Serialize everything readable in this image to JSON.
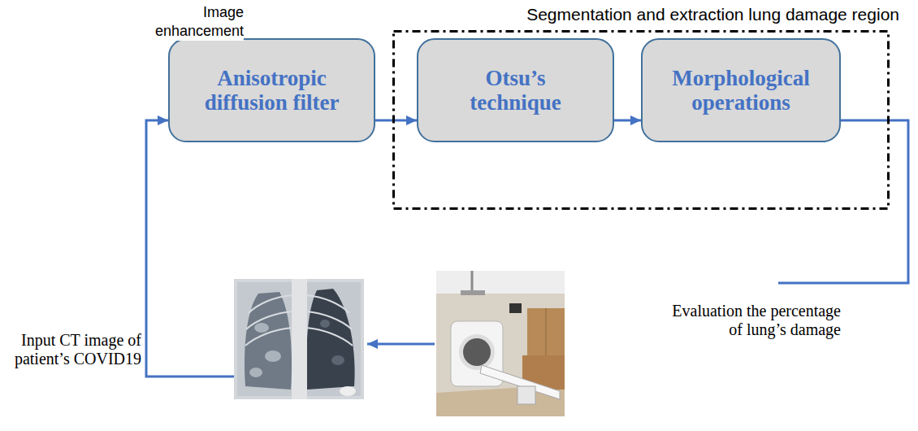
{
  "diagram": {
    "nodes": [
      {
        "text": [
          "Anisotropic diffusion filter"
        ]
      },
      {
        "text": [
          "Segmentation and extraction lung damage region"
        ]
      },
      {
        "text": [
          "Otsu’s technique"
        ],
        "in": 1
      },
      {
        "text": [
          "Morphological operations"
        ],
        "in": 1
      }
    ],
    "edges": [
      {
        "from": 0,
        "to": 2,
        "arrow": "to"
      },
      {
        "from": 2,
        "to": 3,
        "arrow": "to"
      }
    ],
    "labels": [
      "Image enhancement",
      "Evaluation the percentage of lung’s damage",
      "Input CT image of patient’s COVID19"
    ]
  }
}
